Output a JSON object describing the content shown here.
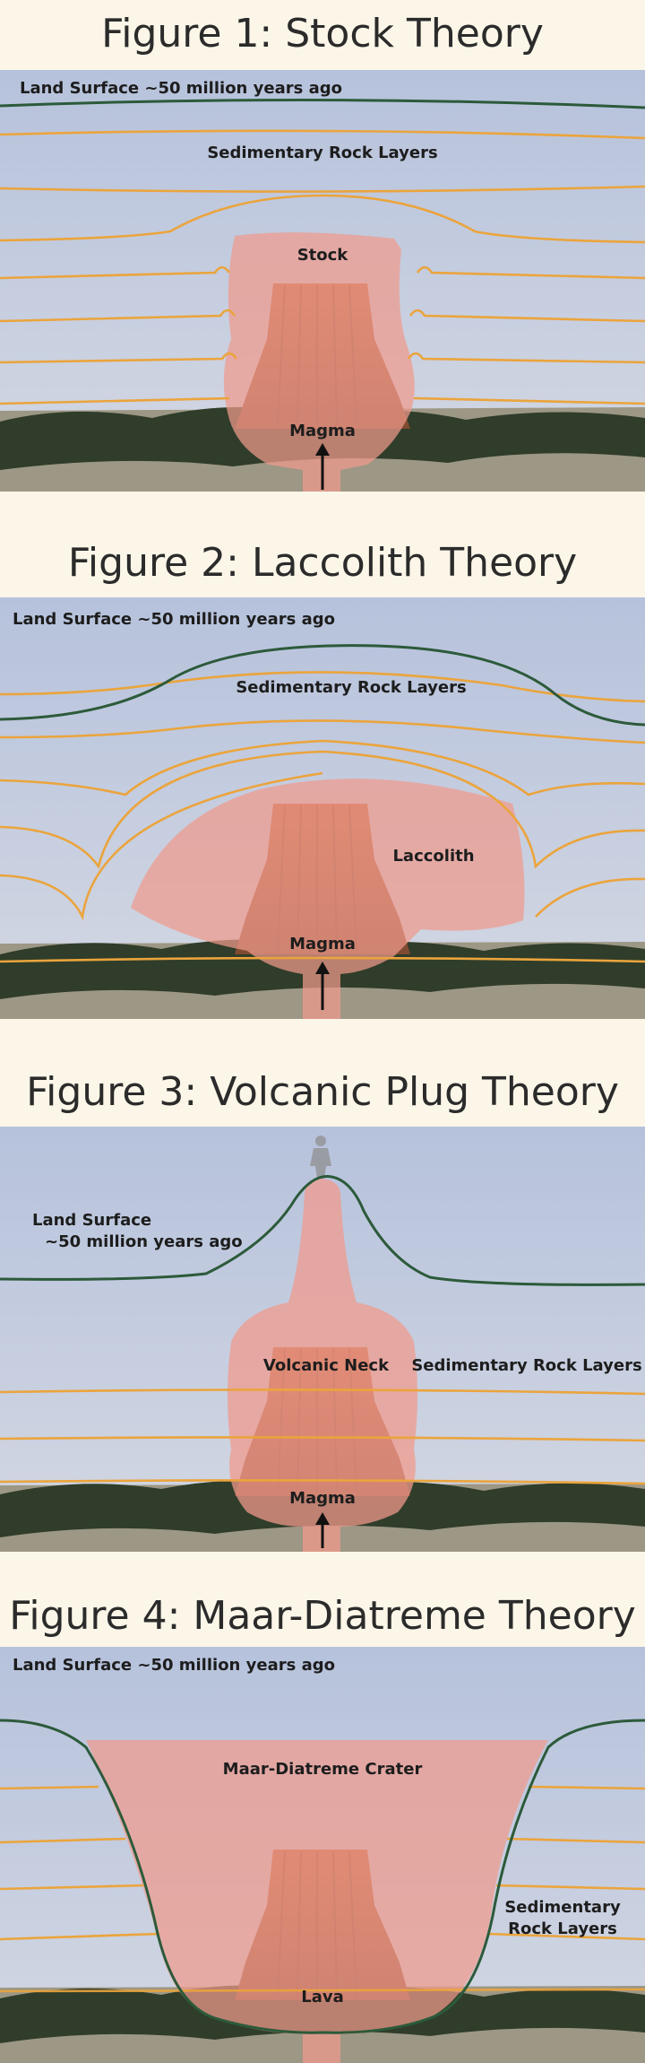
{
  "figures": [
    {
      "title": "Figure 1: Stock Theory",
      "land_surface": "Land Surface ~50 million years ago",
      "layers": "Sedimentary Rock Layers",
      "intrusion": "Stock",
      "magma": "Magma"
    },
    {
      "title": "Figure 2: Laccolith Theory",
      "land_surface": "Land Surface ~50 million years ago",
      "layers": "Sedimentary Rock Layers",
      "intrusion": "Laccolith",
      "magma": "Magma"
    },
    {
      "title": "Figure 3: Volcanic Plug Theory",
      "land_surface_line1": "Land Surface",
      "land_surface_line2": "~50 million years ago",
      "neck": "Volcanic Neck",
      "layers": "Sedimentary Rock Layers",
      "magma": "Magma"
    },
    {
      "title": "Figure 4: Maar-Diatreme Theory",
      "land_surface": "Land Surface ~50 million years ago",
      "crater": "Maar-Diatreme Crater",
      "layers_line1": "Sedimentary",
      "layers_line2": "Rock Layers",
      "lava": "Lava"
    }
  ],
  "colors": {
    "sky_top": "#b9c4dc",
    "sky_bottom": "#d3d7e2",
    "layer_line": "#eba43c",
    "land_line": "#2c5a3a",
    "intrusion_fill": "#f09a8c",
    "tower": "#a95a36",
    "trees": "#2f3d2a",
    "ground": "#9d9785",
    "background": "#fbf6e8"
  },
  "icons": {
    "magma_arrow": "arrow-up-icon",
    "figure_silhouette": "human-figure-icon"
  }
}
